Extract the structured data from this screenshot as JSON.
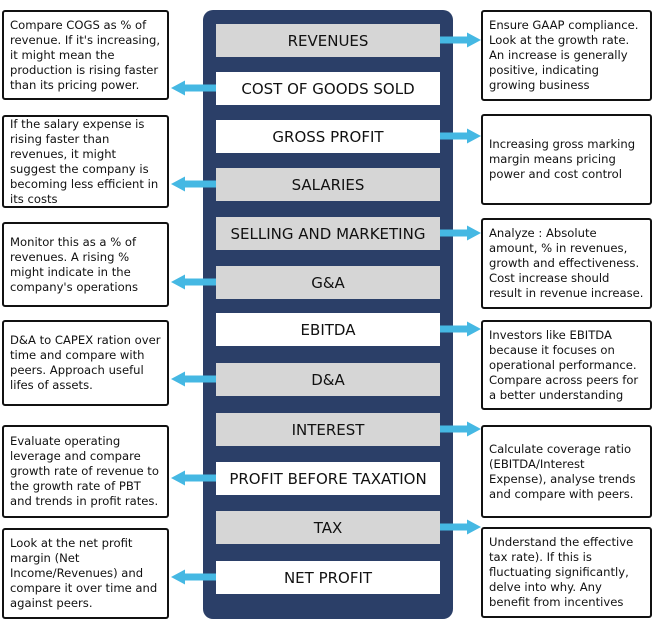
{
  "items": [
    {
      "label": "REVENUES",
      "style": "gray"
    },
    {
      "label": "COST OF GOODS SOLD",
      "style": "white"
    },
    {
      "label": "GROSS PROFIT",
      "style": "white"
    },
    {
      "label": "SALARIES",
      "style": "gray"
    },
    {
      "label": "SELLING AND MARKETING",
      "style": "gray"
    },
    {
      "label": "G&A",
      "style": "gray"
    },
    {
      "label": "EBITDA",
      "style": "white"
    },
    {
      "label": "D&A",
      "style": "gray"
    },
    {
      "label": "INTEREST",
      "style": "gray"
    },
    {
      "label": "PROFIT BEFORE TAXATION",
      "style": "white"
    },
    {
      "label": "TAX",
      "style": "gray"
    },
    {
      "label": "NET PROFIT",
      "style": "white"
    }
  ],
  "left_notes": [
    {
      "text": "Compare COGS as % of revenue. If it's increasing, it might mean the production is rising faster than its pricing power.",
      "target": "COST OF GOODS SOLD"
    },
    {
      "text": "If the salary expense is rising faster than revenues, it might suggest the company is becoming less efficient in its  costs",
      "target": "SALARIES"
    },
    {
      "text": "Monitor this as a % of revenues. A rising % might indicate in the company's operations",
      "target": "G&A"
    },
    {
      "text": "D&A to CAPEX ration over time and compare with peers. Approach useful lifes of assets.",
      "target": "D&A"
    },
    {
      "text": "Evaluate operating leverage and compare growth rate of revenue to the growth rate of PBT and trends in profit rates.",
      "target": "PROFIT BEFORE TAXATION"
    },
    {
      "text": "Look at the net profit margin (Net Income/Revenues) and compare it over time and against peers.",
      "target": "NET PROFIT"
    }
  ],
  "right_notes": [
    {
      "text": "Ensure GAAP compliance. Look at the growth rate. An increase is generally positive, indicating growing business",
      "source": "REVENUES"
    },
    {
      "text": "Increasing gross marking margin means pricing power and cost control",
      "source": "GROSS PROFIT"
    },
    {
      "text": "Analyze : Absolute amount, % in revenues, growth and effectiveness. Cost increase should result in revenue increase.",
      "source": "SELLING AND MARKETING"
    },
    {
      "text": "Investors like EBITDA because it focuses on operational performance. Compare across peers for a better understanding",
      "source": "EBITDA"
    },
    {
      "text": "Calculate  coverage ratio (EBITDA/Interest Expense), analyse trends and compare with peers.",
      "source": "INTEREST"
    },
    {
      "text": "Understand the effective tax rate). If this is fluctuating significantly, delve into why. Any benefit from incentives",
      "source": "TAX"
    }
  ],
  "colors": {
    "panel": "#2b3f68",
    "bar_gray": "#d6d6d6",
    "bar_white": "#ffffff",
    "arrow": "#45b8e3"
  }
}
